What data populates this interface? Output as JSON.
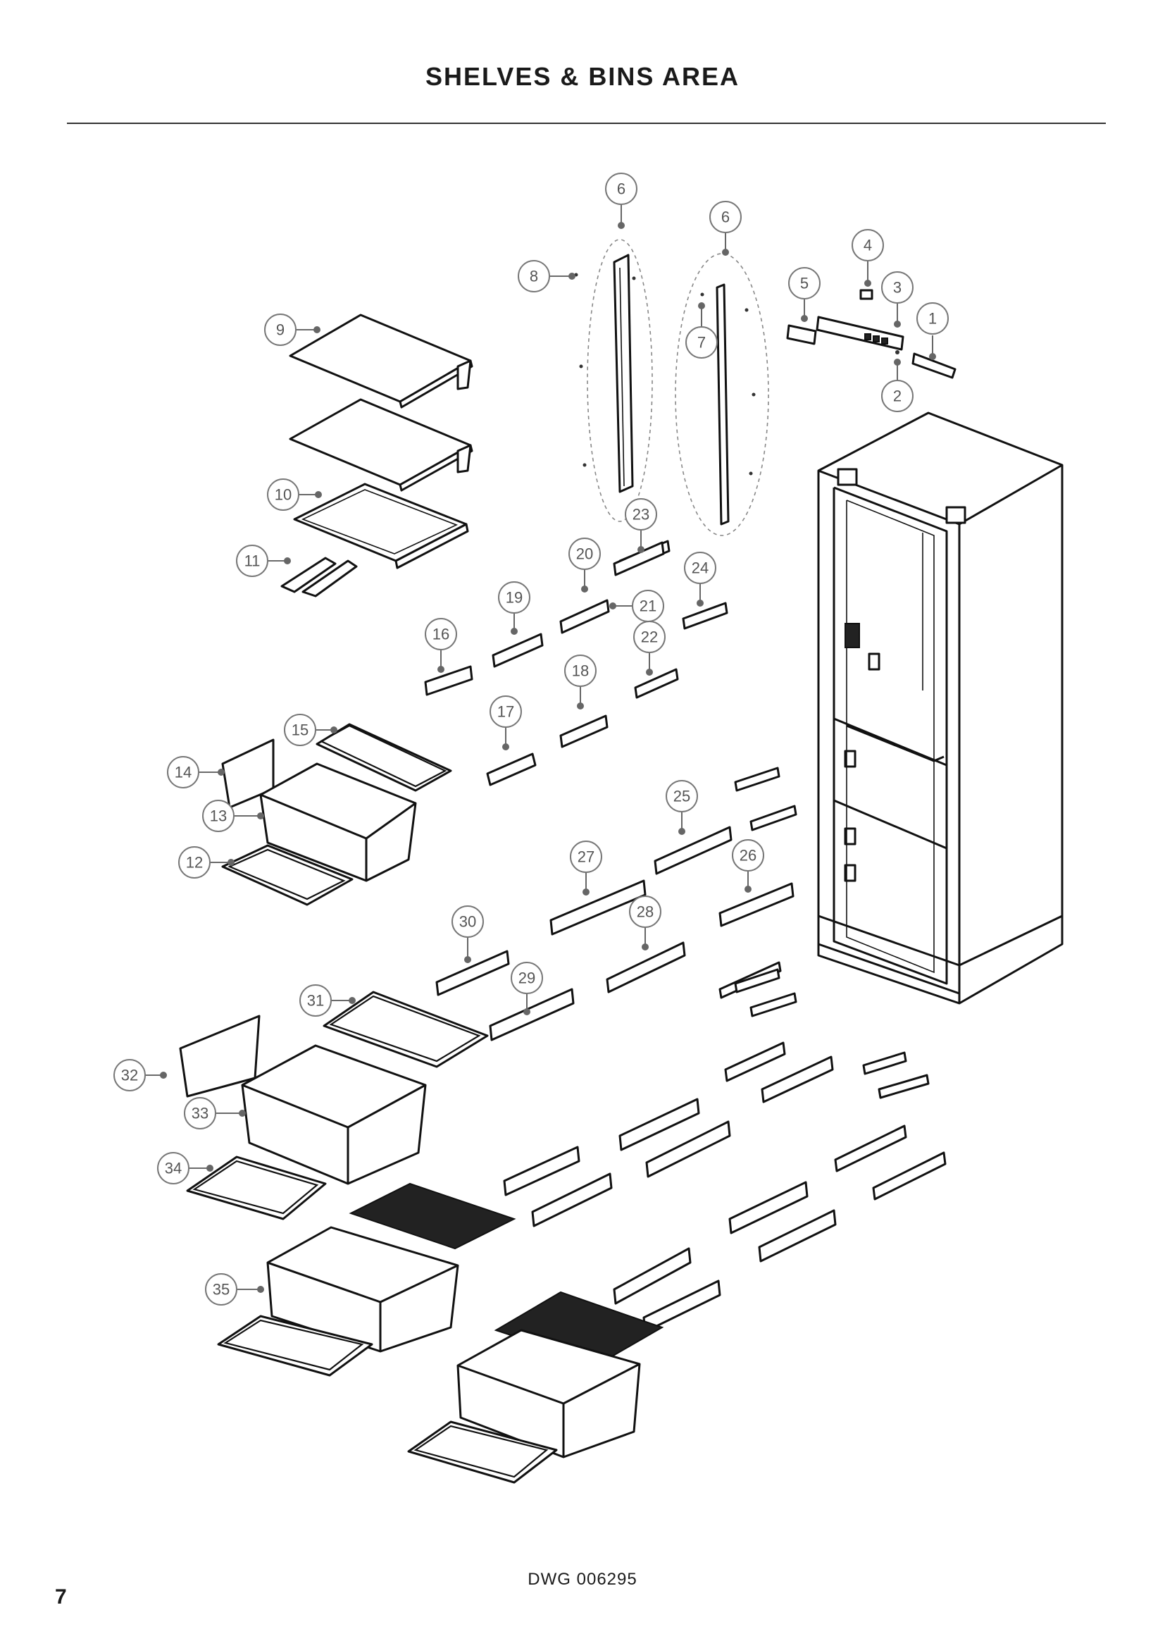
{
  "page": {
    "title": "SHELVES & BINS AREA",
    "drawing_number": "DWG 006295",
    "page_number": "7"
  },
  "diagram": {
    "callouts": [
      "1",
      "2",
      "3",
      "4",
      "5",
      "6",
      "6",
      "7",
      "8",
      "9",
      "10",
      "11",
      "12",
      "13",
      "14",
      "15",
      "16",
      "17",
      "18",
      "19",
      "20",
      "21",
      "22",
      "23",
      "24",
      "25",
      "26",
      "27",
      "28",
      "29",
      "30",
      "31",
      "32",
      "33",
      "34",
      "35"
    ]
  }
}
